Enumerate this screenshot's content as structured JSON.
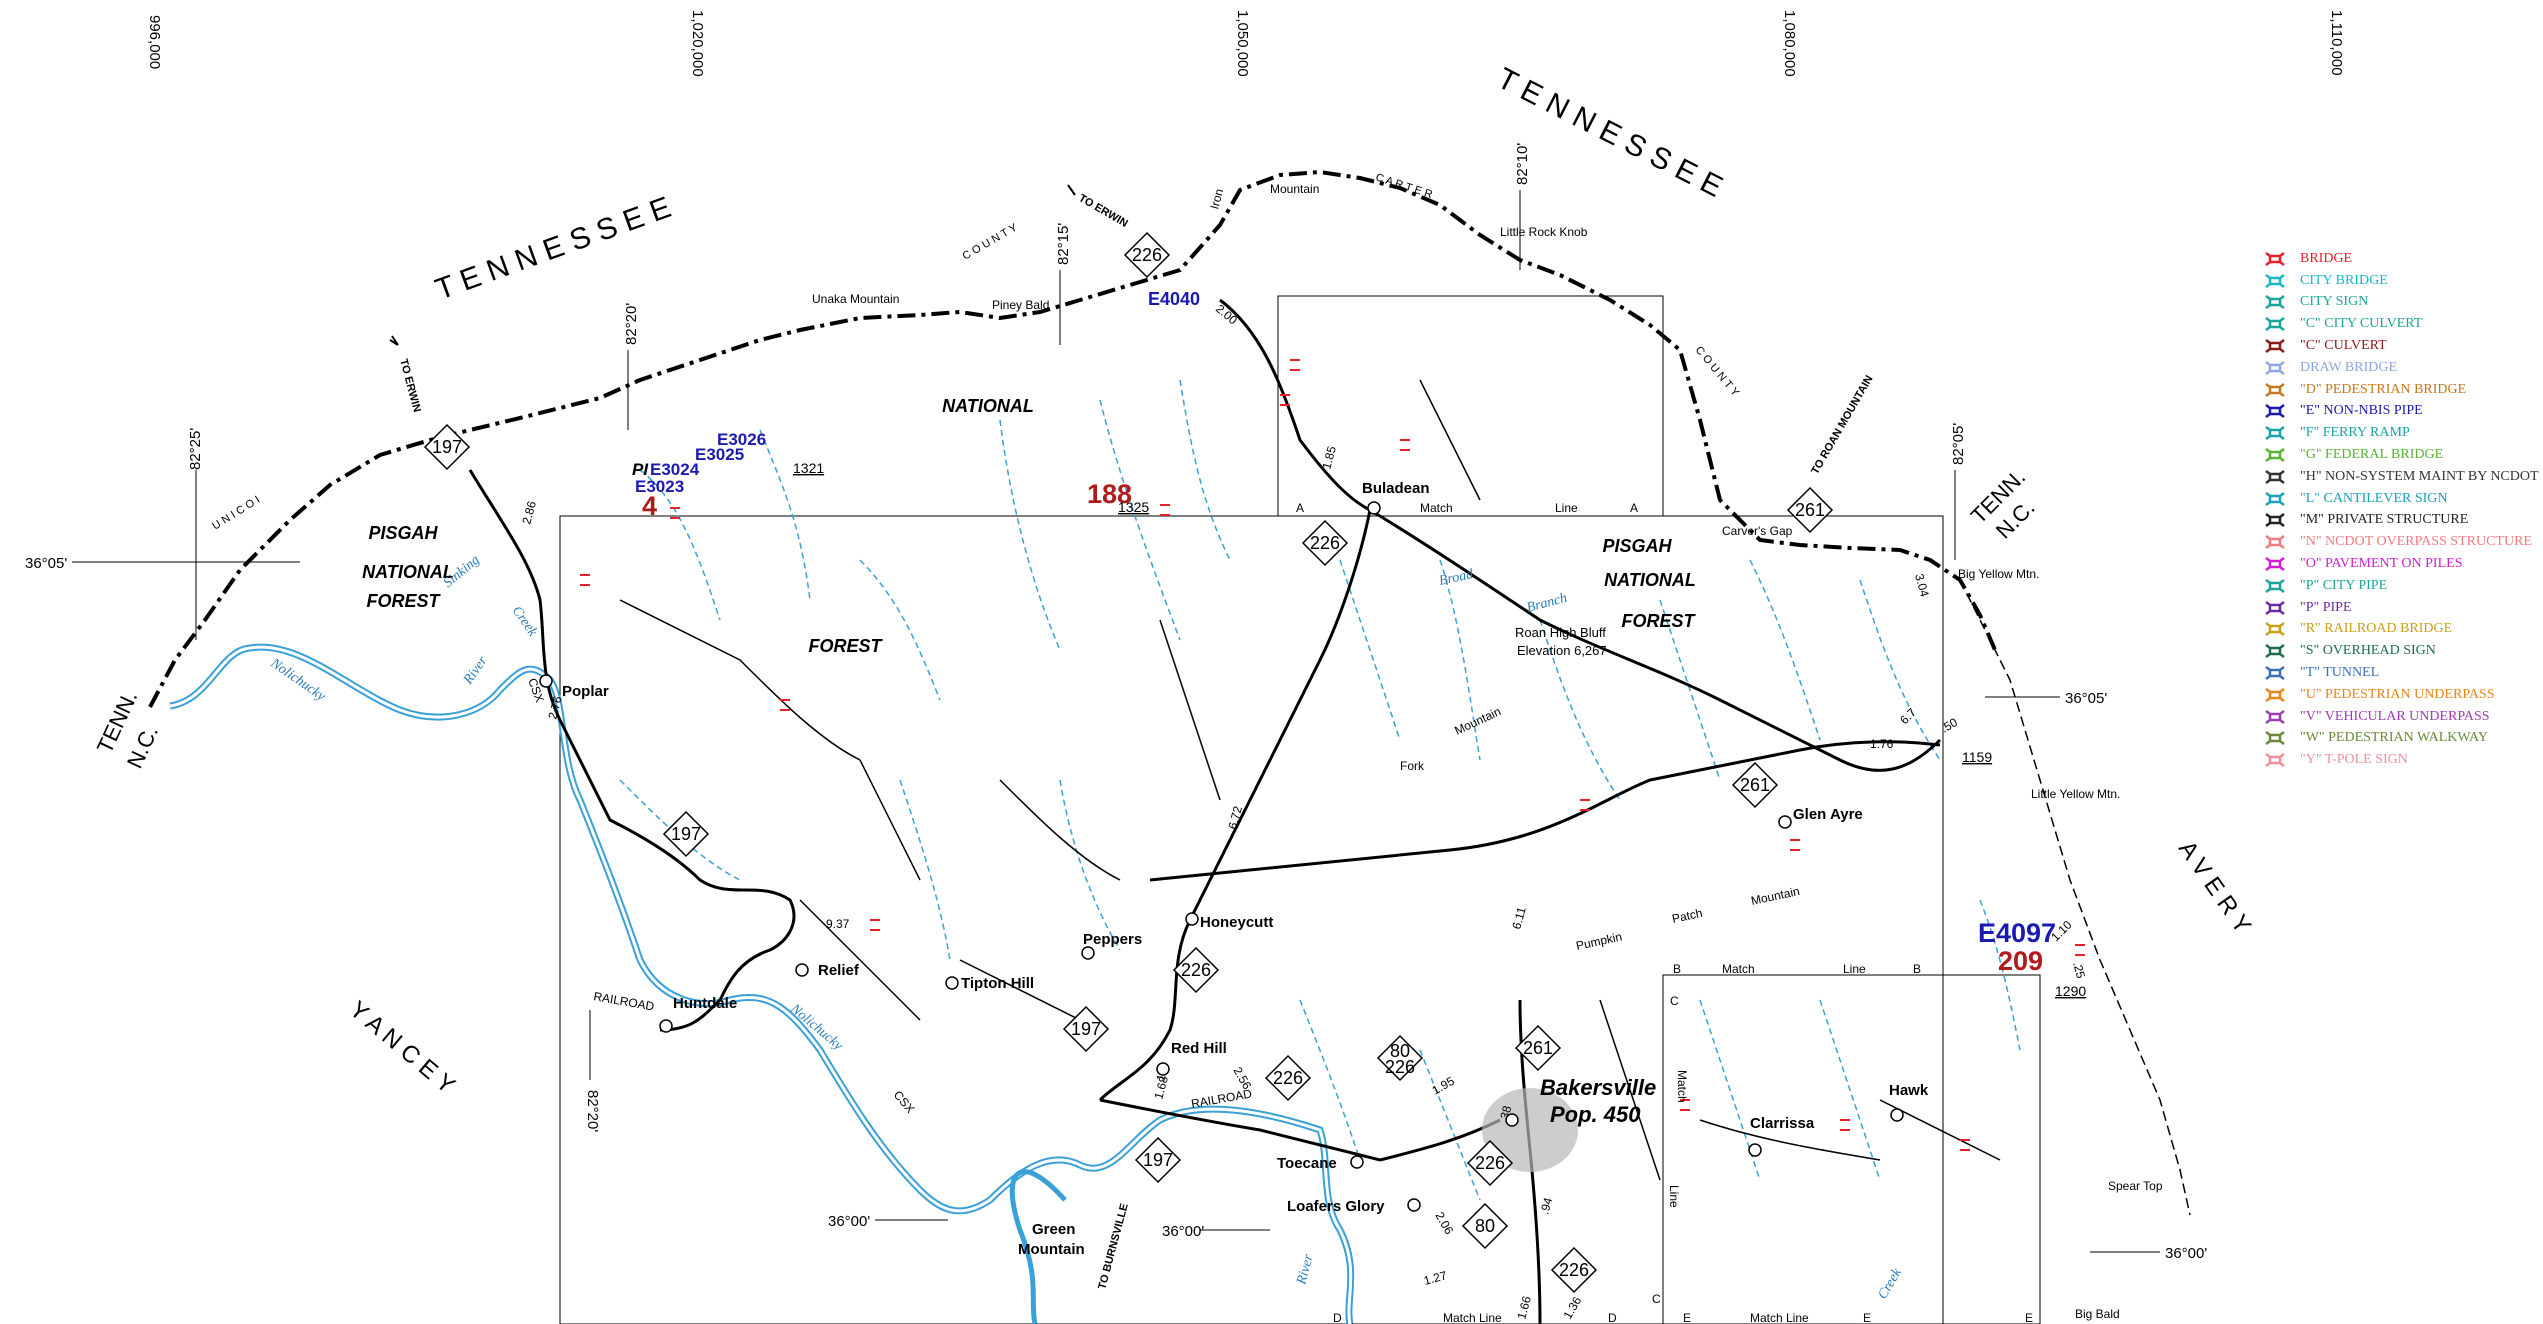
{
  "map": {
    "states": {
      "tn_top": "T E N N E S S E E",
      "tn_right": "T E N N E S S E E",
      "tenn_left": "TENN.",
      "nc_left": "N.C.",
      "tenn_right": "TENN.",
      "nc_right": "N.C."
    },
    "counties": {
      "yancey": "Y A N C E Y",
      "avery": "A V E R Y",
      "unicoi": "U N I C O I",
      "carter": "C A R T E R",
      "county1": "C O U N T Y",
      "county2": "C O U N T Y"
    },
    "forest": {
      "pisgah1": "PISGAH",
      "national1": "NATIONAL",
      "forest1": "FOREST",
      "national2": "NATIONAL",
      "forest2": "FOREST",
      "pisgah2": "PISGAH",
      "national3": "NATIONAL",
      "forest3": "FOREST"
    },
    "grid": {
      "e996": "996,000",
      "e1020": "1,020,000",
      "e1050": "1,050,000",
      "e1080": "1,080,000",
      "e1110": "1,110,000"
    },
    "coords": {
      "lon8225": "82°25'",
      "lon8220a": "82°20'",
      "lon8215": "82°15'",
      "lon8210": "82°10'",
      "lon8205": "82°05'",
      "lon8220b": "82°20'",
      "lat3605a": "36°05'",
      "lat3605b": "36°05'",
      "lat3600a": "36°00'",
      "lat3600b": "36°00'",
      "lat3600c": "36°00'"
    },
    "places": {
      "poplar": "Poplar",
      "huntdale": "Huntdale",
      "relief": "Relief",
      "tipton": "Tipton Hill",
      "peppers": "Peppers",
      "honeycutt": "Honeycutt",
      "redhill": "Red Hill",
      "toecane": "Toecane",
      "loafers": "Loafers Glory",
      "green": "Green",
      "mountain": "Mountain",
      "buladean": "Buladean",
      "glenayre": "Glen Ayre",
      "clarrissa": "Clarrissa",
      "hawk": "Hawk",
      "bakersville": "Bakersville",
      "pop": "Pop. 450"
    },
    "features": {
      "unaka": "Unaka Mountain",
      "piney": "Piney Bald",
      "littlerock": "Little Rock Knob",
      "carvers": "Carver's Gap",
      "bigyellow": "Big Yellow Mtn.",
      "littleyellow": "Little Yellow Mtn.",
      "speartop": "Spear Top",
      "bigbald": "Big Bald",
      "roan1": "Roan High Bluff",
      "roan2": "Elevation 6,267",
      "fork": "Fork",
      "forkmtn": "Mountain",
      "pumpkin": "Pumpkin",
      "patch": "Patch",
      "pmtn": "Mountain",
      "iron": "Iron",
      "ironmtn": "Mountain",
      "broad": "Broad",
      "branch": "Branch",
      "nolich1": "Nolichucky",
      "river1": "River",
      "nolich2": "Nolichucky",
      "river2": "River",
      "sinking": "Sinking",
      "creek1": "Creek",
      "creek2": "Creek",
      "rail1": "RAILROAD",
      "rail2": "RAILROAD",
      "csx1": "CSX",
      "csx2": "CSX"
    },
    "directions": {
      "erwin1": "TO ERWIN",
      "erwin2": "TO ERWIN",
      "roan": "TO ROAN MOUNTAIN",
      "burnsville": "TO BURNSVILLE"
    },
    "routes": [
      "197",
      "226",
      "261",
      "226",
      "197",
      "226",
      "197",
      "261",
      "226",
      "197",
      "226",
      "226",
      "80",
      "80",
      "261"
    ],
    "routes_80_226": "226",
    "bridges": {
      "b188": "188",
      "b4": "4",
      "b209": "209",
      "e4097": "E4097",
      "e4040": "E4040",
      "e3026": "E3026",
      "e3025": "E3025",
      "e3024": "E3024",
      "e3023": "E3023",
      "pi": "PI",
      "n1321": "1321",
      "n1325": "1325",
      "n1159": "1159",
      "n1290": "1290"
    },
    "mileposts": [
      "2.86",
      "2.76",
      "9.37",
      "6.72",
      "6.11",
      "1.85",
      "2.00",
      "3.04",
      "6.7",
      "1.76",
      "1.95",
      "2.06",
      "1.27",
      "1.66",
      "1.36",
      "2.56",
      "1.68",
      ".94",
      ".50",
      ".25",
      "1.10",
      "13",
      "38"
    ],
    "match": {
      "a": "A",
      "a2": "A",
      "b": "B",
      "b2": "B",
      "c": "C",
      "c2": "C",
      "d": "D",
      "d2": "D",
      "e": "E",
      "e2": "E",
      "e3": "E",
      "match": "Match",
      "line": "Line",
      "matchline": "Match Line"
    }
  },
  "legend": [
    {
      "icon": "bridge-icon",
      "label": "BRIDGE",
      "color": "#e8202a"
    },
    {
      "icon": "city-bridge-icon",
      "label": "CITY BRIDGE",
      "color": "#19b7c4"
    },
    {
      "icon": "city-sign-icon",
      "label": "CITY SIGN",
      "color": "#1aa59a"
    },
    {
      "icon": "c-city-culvert-icon",
      "label": "\"C\" CITY CULVERT",
      "color": "#1aa59a"
    },
    {
      "icon": "c-culvert-icon",
      "label": "\"C\" CULVERT",
      "color": "#8b1a1a"
    },
    {
      "icon": "draw-bridge-icon",
      "label": "DRAW BRIDGE",
      "color": "#8ea7e0"
    },
    {
      "icon": "d-pedestrian-bridge-icon",
      "label": "\"D\" PEDESTRIAN BRIDGE",
      "color": "#c47a1c"
    },
    {
      "icon": "e-non-nbis-pipe-icon",
      "label": "\"E\" NON-NBIS PIPE",
      "color": "#1a1ab0"
    },
    {
      "icon": "f-ferry-ramp-icon",
      "label": "\"F\" FERRY RAMP",
      "color": "#19a3a8"
    },
    {
      "icon": "g-federal-bridge-icon",
      "label": "\"G\" FEDERAL BRIDGE",
      "color": "#59b234"
    },
    {
      "icon": "h-non-system-icon",
      "label": "\"H\" NON-SYSTEM MAINT BY NCDOT",
      "color": "#333333"
    },
    {
      "icon": "l-cantilever-sign-icon",
      "label": "\"L\" CANTILEVER SIGN",
      "color": "#1aa0b8"
    },
    {
      "icon": "m-private-structure-icon",
      "label": "\"M\" PRIVATE STRUCTURE",
      "color": "#222222"
    },
    {
      "icon": "n-ncdot-overpass-icon",
      "label": "\"N\" NCDOT OVERPASS STRUCTURE",
      "color": "#f07a80"
    },
    {
      "icon": "o-pavement-on-piles-icon",
      "label": "\"O\" PAVEMENT ON PILES",
      "color": "#d11fd1"
    },
    {
      "icon": "p-city-pipe-icon",
      "label": "\"P\" CITY PIPE",
      "color": "#1aa59a"
    },
    {
      "icon": "p-pipe-icon",
      "label": "\"P\" PIPE",
      "color": "#6b2aa0"
    },
    {
      "icon": "r-railroad-bridge-icon",
      "label": "\"R\" RAILROAD BRIDGE",
      "color": "#c9a01a"
    },
    {
      "icon": "s-overhead-sign-icon",
      "label": "\"S\" OVERHEAD SIGN",
      "color": "#1f6b4a"
    },
    {
      "icon": "t-tunnel-icon",
      "label": "\"T\" TUNNEL",
      "color": "#3a6fb8"
    },
    {
      "icon": "u-pedestrian-underpass-icon",
      "label": "\"U\" PEDESTRIAN UNDERPASS",
      "color": "#e8851a"
    },
    {
      "icon": "v-vehicular-underpass-icon",
      "label": "\"V\" VEHICULAR UNDERPASS",
      "color": "#9b3fb0"
    },
    {
      "icon": "w-pedestrian-walkway-icon",
      "label": "\"W\" PEDESTRIAN WALKWAY",
      "color": "#6a8a3a"
    },
    {
      "icon": "y-t-pole-sign-icon",
      "label": "\"Y\" T-POLE SIGN",
      "color": "#f0909a"
    }
  ],
  "colors": {
    "road": "#000000",
    "stream": "#3aa0d8",
    "bridge": "#e8202a",
    "bridge_label": "#b01a1a",
    "pipe_label": "#1a1ab0",
    "river": "#3aa0d8"
  }
}
